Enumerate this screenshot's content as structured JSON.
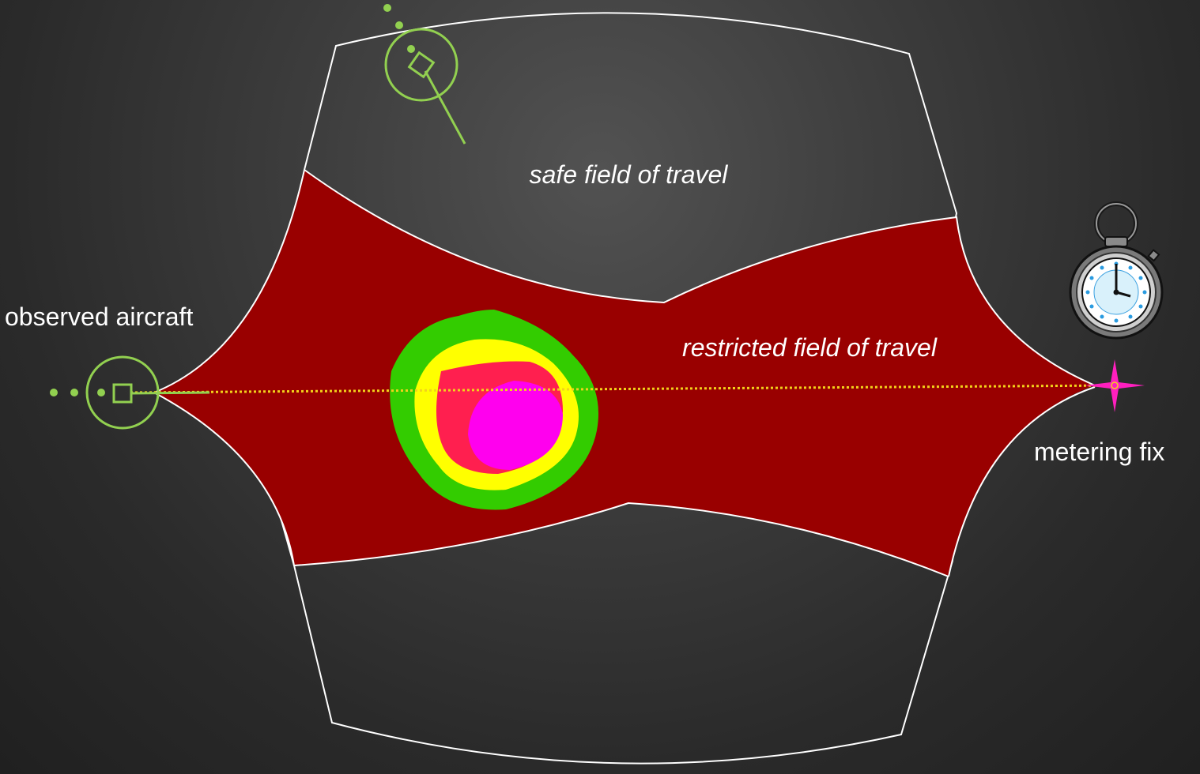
{
  "labels": {
    "safe_field": "safe field of travel",
    "restricted_field": "restricted field of travel",
    "observed_aircraft": "observed aircraft",
    "metering_fix": "metering fix"
  },
  "icons": {
    "aircraft": "aircraft-target-icon",
    "other_aircraft": "aircraft-target-icon",
    "metering_fix": "four-point-star-icon",
    "timer": "stopwatch-icon"
  },
  "colors": {
    "aircraft_green": "#92d050",
    "restricted_fill": "#990000",
    "route_yellow": "#f2d21b",
    "fix_magenta": "#ff1fbf",
    "weather_green": "#33cc00",
    "weather_yellow": "#ffff00",
    "weather_red": "#ff1f4f",
    "weather_magenta": "#ff00ee",
    "boundary_white": "#ffffff"
  }
}
